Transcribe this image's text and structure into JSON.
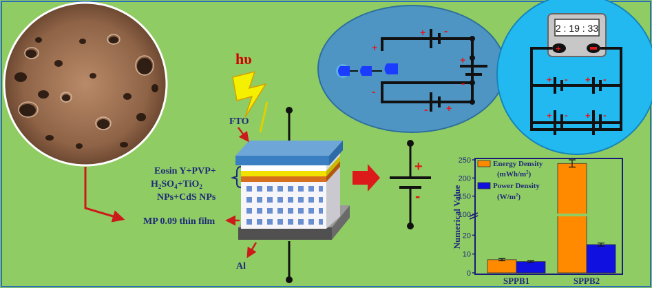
{
  "labels": {
    "hv": "hυ",
    "fto": "FTO",
    "electrolyte_line1": "Eosin Y+PVP+",
    "electrolyte_line2_a": "H",
    "electrolyte_line2_sub1": "2",
    "electrolyte_line2_b": "SO",
    "electrolyte_line2_sub2": "4",
    "electrolyte_line2_c": "+TiO",
    "electrolyte_line2_sub3": "2",
    "electrolyte_line3": "NPs+CdS NPs",
    "film": "MP 0.09 thin film",
    "al": "Al",
    "timer": "2 : 19 : 33",
    "plus": "+",
    "minus": "-"
  },
  "colors": {
    "background": "#8fcc63",
    "label_blue": "#1f2a7a",
    "arrow_red": "#cc1a1a",
    "bolt_yellow": "#f4f000",
    "energy": "#ff8a00",
    "power": "#1010e0",
    "circuit_oval": "#4e95c4",
    "circuit_circle": "#22b8f0"
  },
  "chart_data": {
    "type": "bar",
    "categories": [
      "SPPB1",
      "SPPB2"
    ],
    "series": [
      {
        "name": "Energy Density (mWh/m2)",
        "values": [
          7,
          240
        ],
        "errors": [
          0.6,
          10
        ]
      },
      {
        "name": "Power Density (W/m2)",
        "values": [
          6,
          15
        ],
        "errors": [
          0.4,
          0.8
        ]
      }
    ],
    "legend": [
      {
        "text": "Energy Density",
        "unit_a": "(mWh/m",
        "unit_sup": "2",
        "unit_b": ")"
      },
      {
        "text": "Power Density",
        "unit_a": "(W/m",
        "unit_sup": "2",
        "unit_b": ")"
      }
    ],
    "ylabel": "Numerical Value",
    "broken_axis": true,
    "ylim_lower": [
      0,
      30
    ],
    "ylim_upper": [
      100,
      250
    ],
    "yticks_lower": [
      0,
      10,
      20
    ],
    "yticks_upper": [
      100,
      150,
      200,
      250
    ],
    "legend_position": "top-left"
  }
}
